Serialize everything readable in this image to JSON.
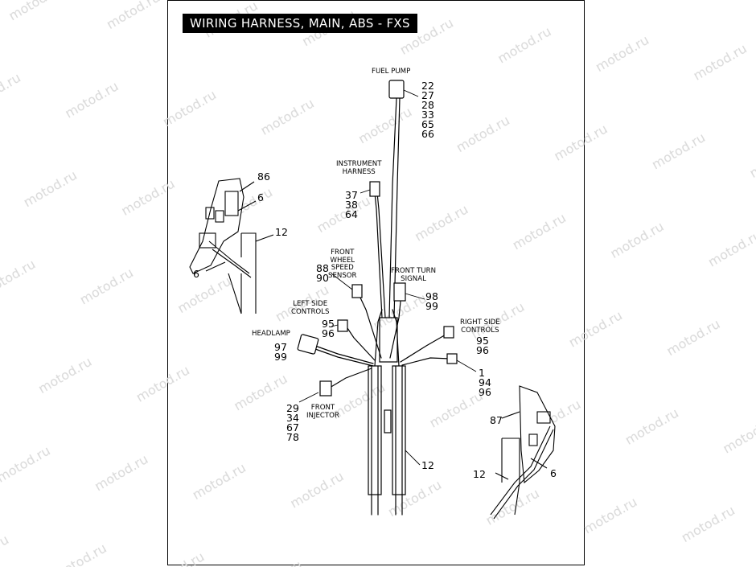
{
  "title": "WIRING HARNESS, MAIN, ABS - FXS",
  "watermark": "motod.ru",
  "labels": {
    "fuel_pump": "FUEL PUMP",
    "instrument_harness": "INSTRUMENT\nHARNESS",
    "front_wheel_speed_sensor": "FRONT\nWHEEL\nSPEED\nSENSOR",
    "front_turn_signal": "FRONT TURN\nSIGNAL",
    "left_side_controls": "LEFT SIDE\nCONTROLS",
    "headlamp": "HEADLAMP",
    "right_side_controls": "RIGHT SIDE\nCONTROLS",
    "front_injector": "FRONT\nINJECTOR"
  },
  "callouts": {
    "fuel_pump": "22\n27\n28\n33\n65\n66",
    "instrument_harness": "37\n38\n64",
    "wheel_speed_sensor": "88\n90",
    "front_turn_signal": "98\n99",
    "left_side_controls": "95\n96",
    "headlamp": "97\n99",
    "right_side_controls": "95\n96",
    "right_lower": "1\n94\n96",
    "front_injector": "29\n34\n67\n78",
    "main_harness": "12",
    "left_bracket": "86",
    "left_clip_upper": "6",
    "left_harness": "12",
    "left_clip_lower": "6",
    "right_bracket": "87",
    "right_harness": "12",
    "right_clip": "6"
  }
}
